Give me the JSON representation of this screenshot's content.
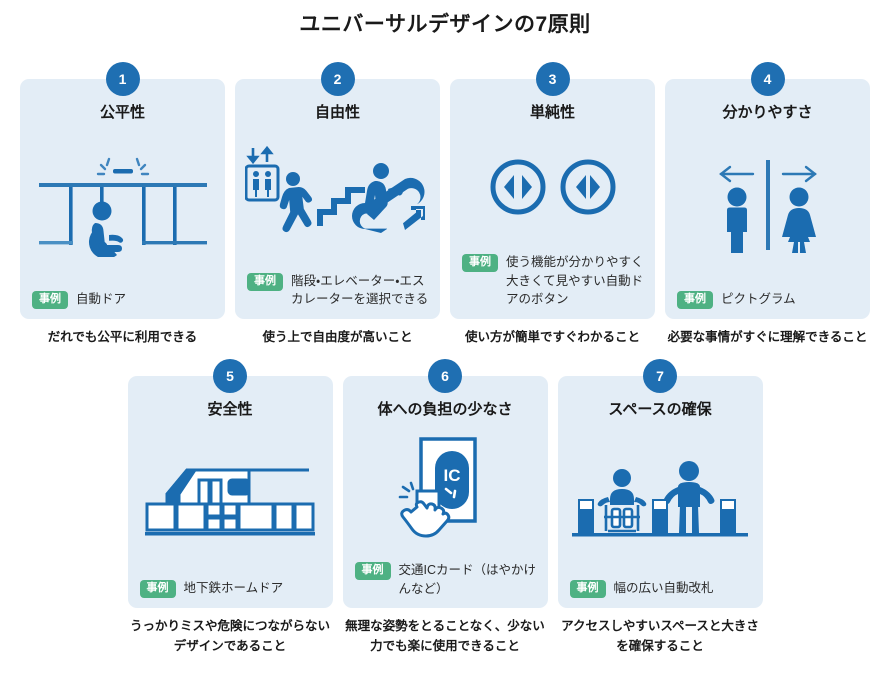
{
  "header": {
    "title": "ユニバーサルデザインの7原則"
  },
  "colors": {
    "card_background": "#e3edf6",
    "number_badge": "#1f6fb2",
    "example_badge": "#4eb183",
    "icon_blue": "#1b6cb0",
    "icon_blue_light": "#4a90c4",
    "text": "#1a1a1a",
    "page_background": "#ffffff"
  },
  "example_label": "事例",
  "principles": [
    {
      "number": "1",
      "title": "公平性",
      "example_label": "事例",
      "example": "自動ドア",
      "caption": "だれでも公平に利用できる",
      "icon_name": "automatic-door-wheelchair-icon"
    },
    {
      "number": "2",
      "title": "自由性",
      "example_label": "事例",
      "example": "階段・エレベーター・エスカレーターを選択できる",
      "caption": "使う上で自由度が高いこと",
      "icon_name": "stairs-elevator-escalator-icon"
    },
    {
      "number": "3",
      "title": "単純性",
      "example_label": "事例",
      "example": "使う機能が分かりやすく大きくて見やすい自動ドアのボタン",
      "caption": "使い方が簡単ですぐわかること",
      "icon_name": "door-open-close-buttons-icon"
    },
    {
      "number": "4",
      "title": "分かりやすさ",
      "example_label": "事例",
      "example": "ピクトグラム",
      "caption": "必要な事情がすぐに理解できること",
      "icon_name": "restroom-pictogram-icon"
    },
    {
      "number": "5",
      "title": "安全性",
      "example_label": "事例",
      "example": "地下鉄ホームドア",
      "caption": "うっかりミスや危険につながらないデザインであること",
      "icon_name": "platform-screen-door-train-icon"
    },
    {
      "number": "6",
      "title": "体への負担の少なさ",
      "example_label": "事例",
      "example": "交通ICカード（はやかけんなど）",
      "caption": "無理な姿勢をとることなく、少ない力でも楽に使用できること",
      "icon_name": "ic-card-touch-hand-icon"
    },
    {
      "number": "7",
      "title": "スペースの確保",
      "example_label": "事例",
      "example": "幅の広い自動改札",
      "caption": "アクセスしやすいスペースと大きさを確保すること",
      "icon_name": "wide-ticket-gate-icon"
    }
  ]
}
